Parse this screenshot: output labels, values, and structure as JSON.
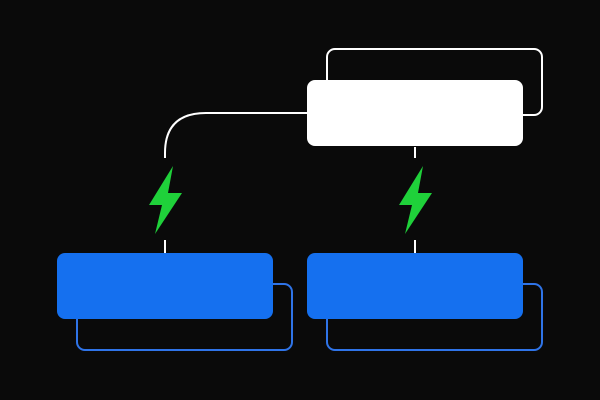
{
  "colors": {
    "background": "#0a0a0a",
    "primary_node_fill": "#ffffff",
    "primary_node_outline": "#ffffff",
    "connector": "#ffffff",
    "secondary_node_fill": "#1570ef",
    "secondary_node_outline": "#2f74e8",
    "lightning": "#1fd13a"
  },
  "nodes": [
    {
      "id": "top-node",
      "role": "primary"
    },
    {
      "id": "left-node",
      "role": "secondary"
    },
    {
      "id": "right-node",
      "role": "secondary"
    }
  ],
  "connections": [
    {
      "from": "top-node",
      "to": "left-node",
      "icon": "lightning-icon"
    },
    {
      "from": "top-node",
      "to": "right-node",
      "icon": "lightning-icon"
    }
  ]
}
